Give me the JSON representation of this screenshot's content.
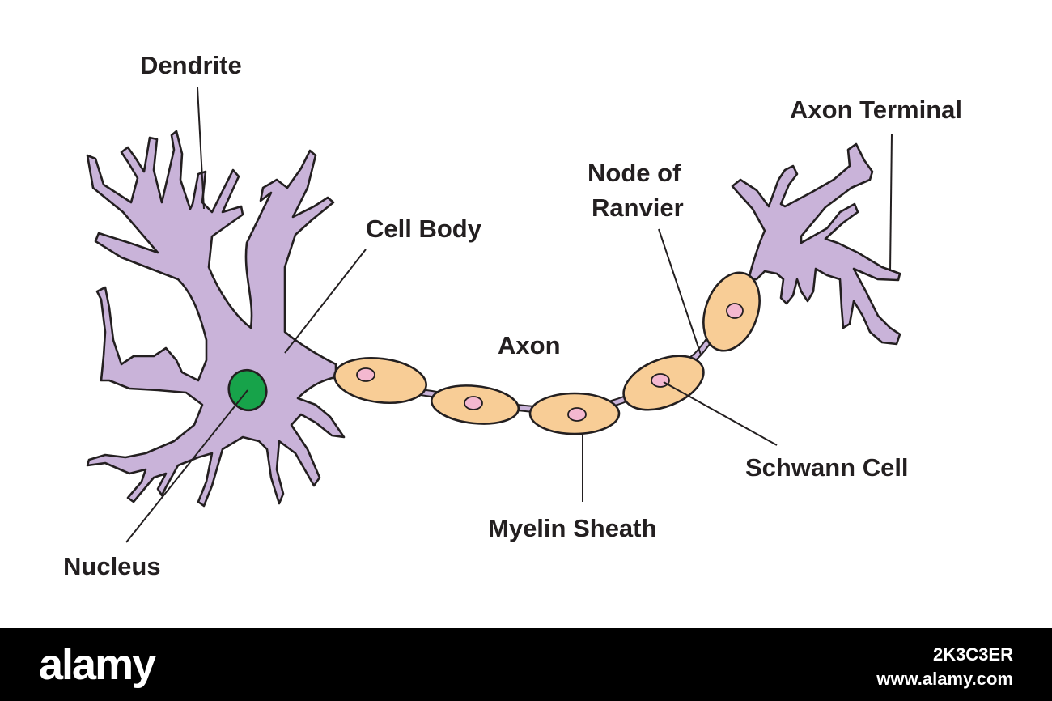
{
  "diagram": {
    "labels": {
      "dendrite": "Dendrite",
      "cell_body": "Cell Body",
      "axon": "Axon",
      "node_of_ranvier_line1": "Node of",
      "node_of_ranvier_line2": "Ranvier",
      "axon_terminal": "Axon Terminal",
      "schwann_cell": "Schwann Cell",
      "myelin_sheath": "Myelin Sheath",
      "nucleus": "Nucleus"
    },
    "colors": {
      "neuron": "#c9b3d9",
      "myelin": "#f8cd96",
      "schwann_nucleus": "#f4b8d0",
      "cell_nucleus": "#17a34a",
      "outline": "#231f20"
    }
  },
  "footer": {
    "brand": "alamy",
    "image_id": "2K3C3ER",
    "site": "www.alamy.com"
  }
}
